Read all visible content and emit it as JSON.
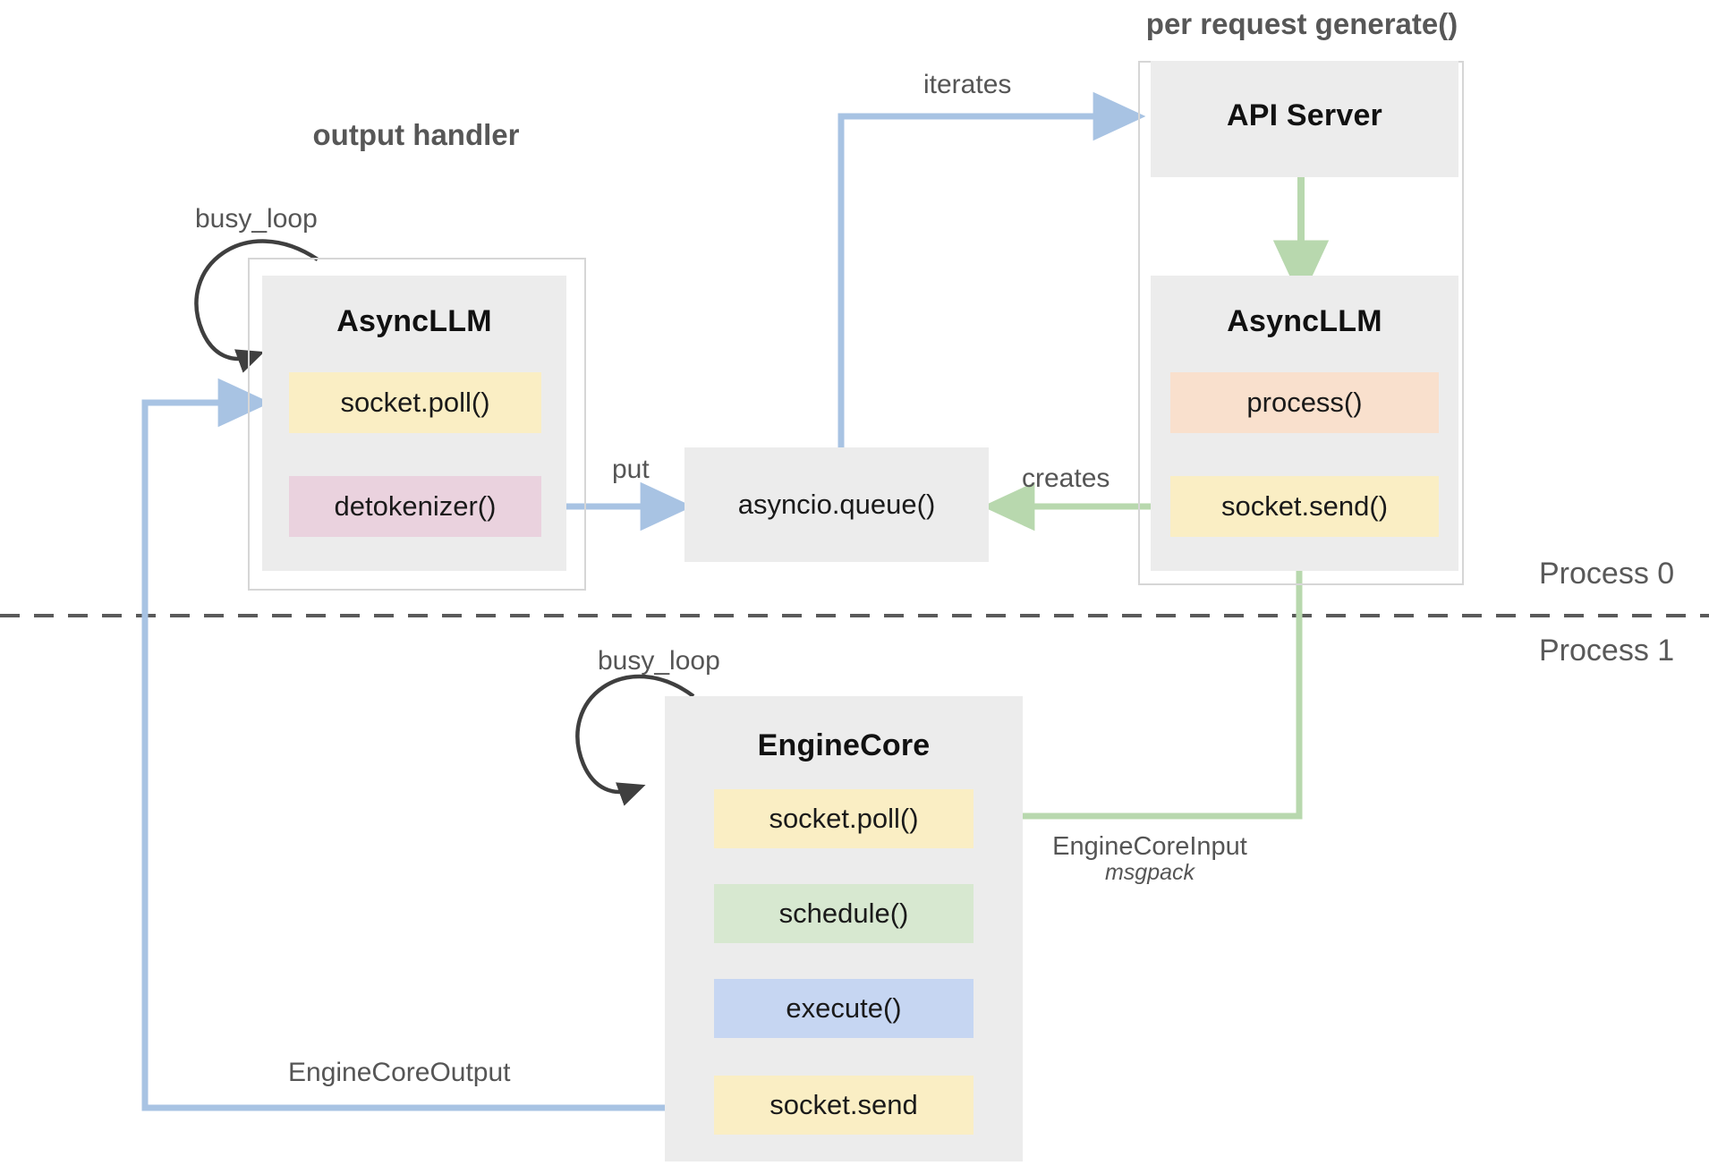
{
  "diagram": {
    "title_left": "output handler",
    "title_right": "per request generate()",
    "process_top": "Process 0",
    "process_bottom": "Process 1",
    "colors": {
      "group_fill": "#ececec",
      "frame_stroke": "#d6d6d6",
      "blue_arrow": "#a8c3e3",
      "green_arrow": "#b8d8ae",
      "black_arrow": "#3f3f3f",
      "yellow": "#faeec4",
      "pink": "#ead2de",
      "peach": "#f9e0cd",
      "green": "#d7e8d0",
      "blue": "#c6d6f2",
      "divider": "#5a5a5a"
    },
    "groups": {
      "output_handler": {
        "title": "AsyncLLM",
        "loop_label": "busy_loop",
        "items": [
          {
            "label": "socket.poll()",
            "color": "#faeec4"
          },
          {
            "label": "detokenizer()",
            "color": "#ead2de"
          }
        ]
      },
      "api_server": {
        "title": "API Server"
      },
      "frontend_asyncllm": {
        "title": "AsyncLLM",
        "items": [
          {
            "label": "process()",
            "color": "#f9e0cd"
          },
          {
            "label": "socket.send()",
            "color": "#faeec4"
          }
        ]
      },
      "engine_core": {
        "title": "EngineCore",
        "loop_label": "busy_loop",
        "items": [
          {
            "label": "socket.poll()",
            "color": "#faeec4"
          },
          {
            "label": "schedule()",
            "color": "#d7e8d0"
          },
          {
            "label": "execute()",
            "color": "#c6d6f2"
          },
          {
            "label": "socket.send",
            "color": "#faeec4"
          }
        ]
      }
    },
    "queue": {
      "label": "asyncio.queue()"
    },
    "edges": {
      "put": "put",
      "iterates": "iterates",
      "creates": "creates",
      "engine_core_input": "EngineCoreInput",
      "engine_core_input_format": "msgpack",
      "engine_core_output": "EngineCoreOutput"
    }
  }
}
